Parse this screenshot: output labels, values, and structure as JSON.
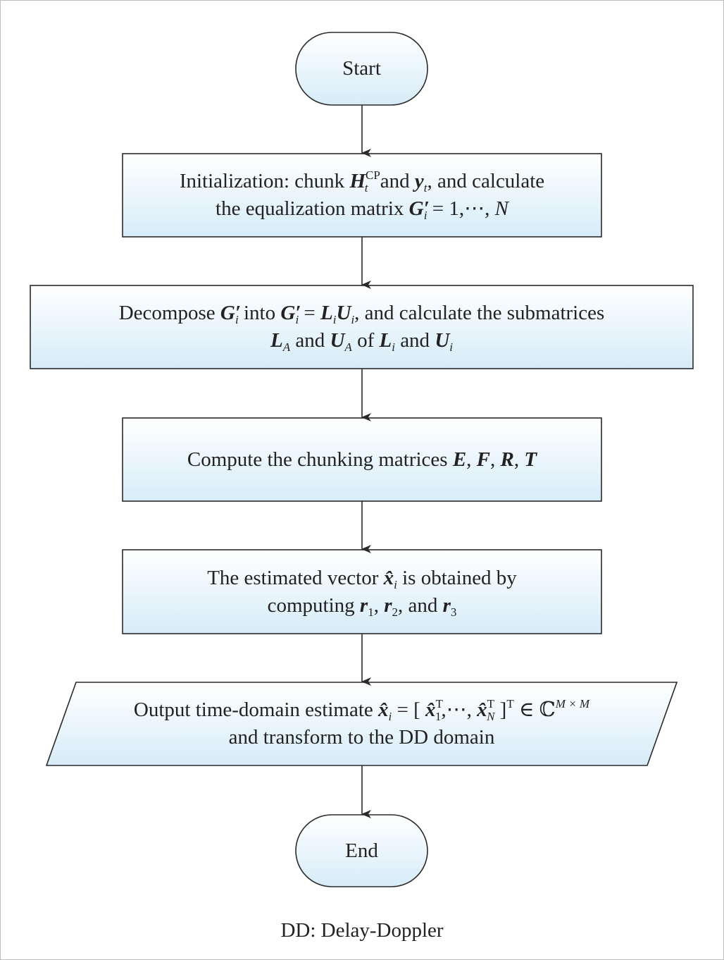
{
  "diagram": {
    "type": "flowchart",
    "fill_gradient_top": "#ffffff",
    "fill_gradient_bottom": "#d6ecf8",
    "stroke_color": "#2a2a2a",
    "nodes": [
      {
        "id": "start",
        "shape": "terminator",
        "text": "Start"
      },
      {
        "id": "init",
        "shape": "process",
        "line1": {
          "a": "Initialization: chunk ",
          "H": "H",
          "H_sub": "t",
          "H_sup": "CP",
          "b": " and ",
          "y": "y",
          "y_sub": "t",
          "c": ", and calculate"
        },
        "line2": {
          "a": "the equalization matrix ",
          "G": "G",
          "G_prime": "′",
          "G_sub": "i",
          "b": " = 1,⋯, ",
          "N": "N"
        }
      },
      {
        "id": "decompose",
        "shape": "process",
        "line1": {
          "a": "Decompose ",
          "G1": "G",
          "G1_prime": "′",
          "G1_sub": "i",
          "b": " into ",
          "G2": "G",
          "G2_prime": "′",
          "G2_sub": "i",
          "c": " = ",
          "L": "L",
          "L_sub": "i",
          "U": "U",
          "U_sub": "i",
          "d": ", and calculate the submatrices"
        },
        "line2": {
          "LA": "L",
          "LA_sub": "A",
          "a": " and ",
          "UA": "U",
          "UA_sub": "A",
          "b": " of ",
          "Li": "L",
          "Li_sub": "i",
          "c": " and ",
          "Ui": "U",
          "Ui_sub": "i"
        }
      },
      {
        "id": "chunking",
        "shape": "process",
        "line1": {
          "a": "Compute the chunking matrices ",
          "E": "E",
          "s1": ", ",
          "F": "F",
          "s2": ", ",
          "R": "R",
          "s3": ", ",
          "T": "T"
        }
      },
      {
        "id": "estimate",
        "shape": "process",
        "line1": {
          "a": "The estimated vector ",
          "x": "x̂",
          "x_sub": "i",
          "b": " is obtained by"
        },
        "line2": {
          "a": "computing ",
          "r1": "r",
          "r1_sub": "1",
          "s1": ", ",
          "r2": "r",
          "r2_sub": "2",
          "s2": ", and ",
          "r3": "r",
          "r3_sub": "3"
        }
      },
      {
        "id": "output",
        "shape": "data",
        "line1": {
          "a": "Output time-domain estimate ",
          "x": "x̂",
          "x_sub": "i",
          "b": " = [ ",
          "x1": "x̂",
          "x1_sup": "T",
          "x1_sub": "1",
          "c": ",⋯, ",
          "xN": "x̂",
          "xN_sup": "T",
          "xN_sub": "N",
          "d": " ]",
          "d_sup": "T",
          "e": " ∈ ℂ",
          "e_sup": "M × M"
        },
        "line2": {
          "a": "and transform to the DD domain"
        }
      },
      {
        "id": "end",
        "shape": "terminator",
        "text": "End"
      }
    ],
    "edges": [
      {
        "from": "start",
        "to": "init"
      },
      {
        "from": "init",
        "to": "decompose"
      },
      {
        "from": "decompose",
        "to": "chunking"
      },
      {
        "from": "chunking",
        "to": "estimate"
      },
      {
        "from": "estimate",
        "to": "output"
      },
      {
        "from": "output",
        "to": "end"
      }
    ],
    "caption": "DD: Delay-Doppler"
  }
}
